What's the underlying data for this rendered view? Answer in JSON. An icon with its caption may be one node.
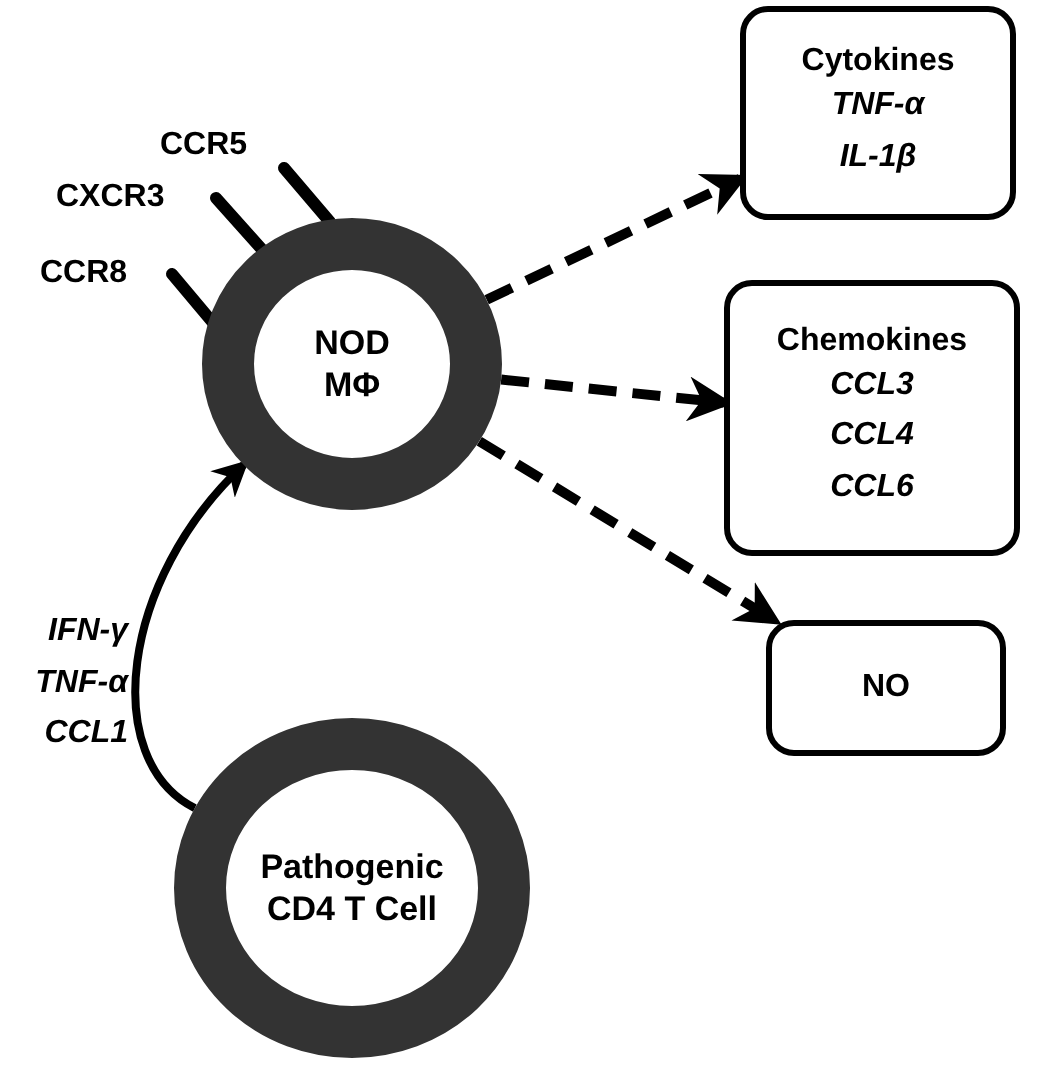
{
  "diagram": {
    "nodes": [
      {
        "text": [
          "NOD MΦ"
        ]
      },
      {
        "text": [
          "Pathogenic CD4 T Cell"
        ]
      },
      {
        "text": [
          "Cytokines",
          "TNF-α IL-1β"
        ]
      },
      {
        "text": [
          "Chemokines",
          "CCL3 CCL4 CCL6"
        ]
      },
      {
        "text": [
          "NO"
        ]
      }
    ],
    "edges": [
      {
        "from": 1,
        "to": 0,
        "arrow": "to",
        "label": "IFN-γ TNF-α CCL1"
      },
      {
        "from": 0,
        "to": 2,
        "arrow": "to",
        "style": "dashed"
      },
      {
        "from": 0,
        "to": 3,
        "arrow": "to",
        "style": "dashed"
      },
      {
        "from": 0,
        "to": 4,
        "arrow": "to",
        "style": "dashed"
      }
    ],
    "labels": [
      "CCR5",
      "CXCR3",
      "CCR8"
    ]
  }
}
